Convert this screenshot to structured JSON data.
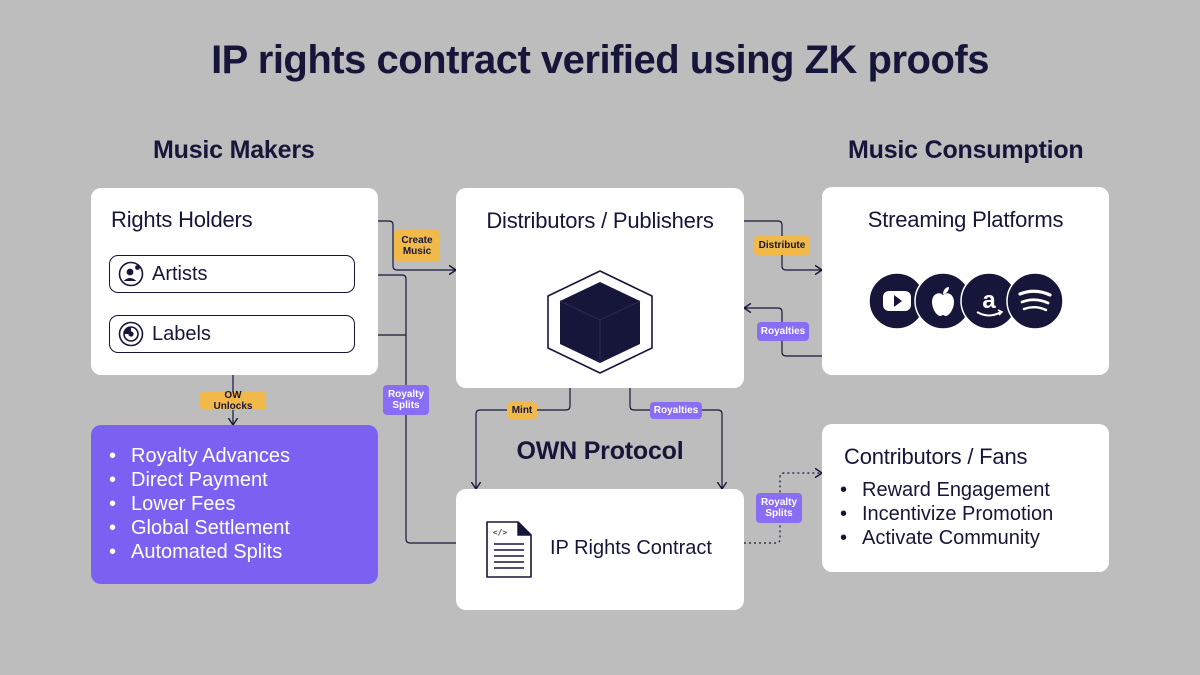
{
  "title": "IP rights contract verified using ZK proofs",
  "sections": {
    "music_makers": "Music Makers",
    "music_consumption": "Music Consumption",
    "own_protocol": "OWN Protocol"
  },
  "rights_holders": {
    "title": "Rights Holders",
    "items": [
      {
        "label": "Artists",
        "icon": "artist-icon"
      },
      {
        "label": "Labels",
        "icon": "label-disc-icon"
      }
    ]
  },
  "distributors": {
    "title": "Distributors / Publishers",
    "icon": "cube-icon"
  },
  "streaming": {
    "title": "Streaming Platforms",
    "icons": [
      "youtube-icon",
      "apple-icon",
      "amazon-icon",
      "spotify-icon"
    ]
  },
  "unlocks": {
    "items": [
      "Royalty Advances",
      "Direct Payment",
      "Lower Fees",
      "Global Settlement",
      "Automated Splits"
    ]
  },
  "ip_contract": {
    "title": "IP Rights Contract",
    "icon": "code-document-icon"
  },
  "contributors": {
    "title": "Contributors / Fans",
    "items": [
      "Reward Engagement",
      "Incentivize Promotion",
      "Activate Community"
    ]
  },
  "tags": {
    "create_music": "Create Music",
    "distribute": "Distribute",
    "royalties_platform": "Royalties",
    "ow_unlocks": "OW Unlocks",
    "royalty_splits_left": "Royalty Splits",
    "mint": "Mint",
    "royalties_contract": "Royalties",
    "royalty_splits_right": "Royalty Splits"
  },
  "colors": {
    "background": "#bdbdbd",
    "navy": "#16163a",
    "purple": "#7b61f2",
    "yellow_tag": "#f0b94a",
    "purple_tag": "#8a6df5"
  }
}
